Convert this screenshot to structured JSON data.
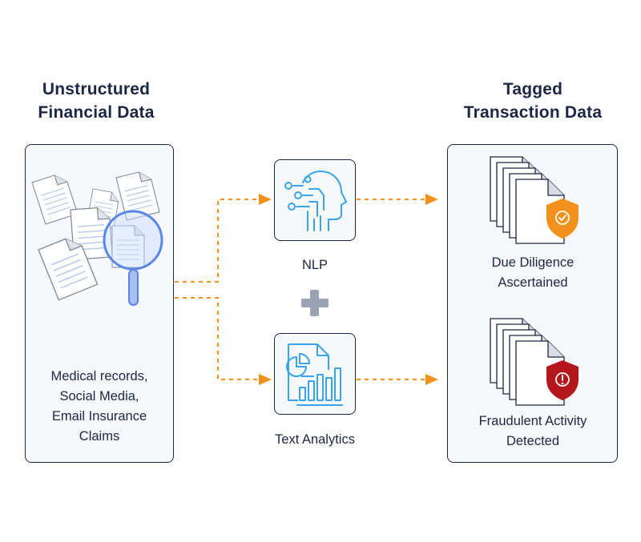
{
  "titles": {
    "left": [
      "Unstructured",
      "Financial Data"
    ],
    "right": [
      "Tagged",
      "Transaction Data"
    ]
  },
  "left_panel": {
    "caption": [
      "Medical records,",
      "Social Media,",
      "Email Insurance",
      "Claims"
    ]
  },
  "techniques": {
    "nlp": {
      "label": "NLP",
      "icon": "ai-head-icon"
    },
    "text_analytics": {
      "label": "Text Analytics",
      "icon": "document-chart-icon"
    },
    "combine_icon": "plus-icon"
  },
  "results": {
    "due_diligence": {
      "label": [
        "Due Diligence",
        "Ascertained"
      ],
      "icon": "shield-check-icon",
      "color": "#f2921d"
    },
    "fraud": {
      "label": [
        "Fraudulent Activity",
        "Detected"
      ],
      "icon": "shield-alert-icon",
      "color": "#b3161b"
    }
  },
  "colors": {
    "navy": "#1c2743",
    "arrow": "#f2921d",
    "icon_blue": "#3aa5e6",
    "panel_bg": "#f6f8fc"
  }
}
